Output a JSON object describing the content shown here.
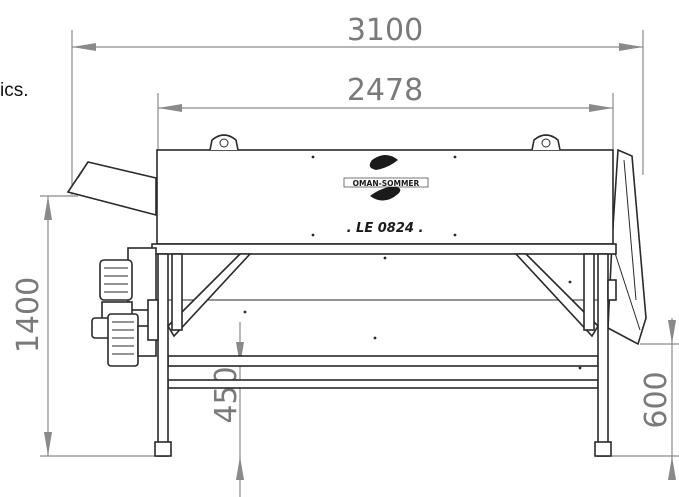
{
  "caption": "ics.",
  "dimensions": {
    "overall_width": "3100",
    "frame_width": "2478",
    "overall_height": "1400",
    "leg_clearance": "450",
    "discharge_height": "600"
  },
  "nameplate": {
    "brand": "OMAN-SOMMER",
    "model": ". LE 0824 ."
  },
  "colors": {
    "line": "#2a2a2a",
    "dimension": "#8a8a8a",
    "background": "#ffffff"
  }
}
